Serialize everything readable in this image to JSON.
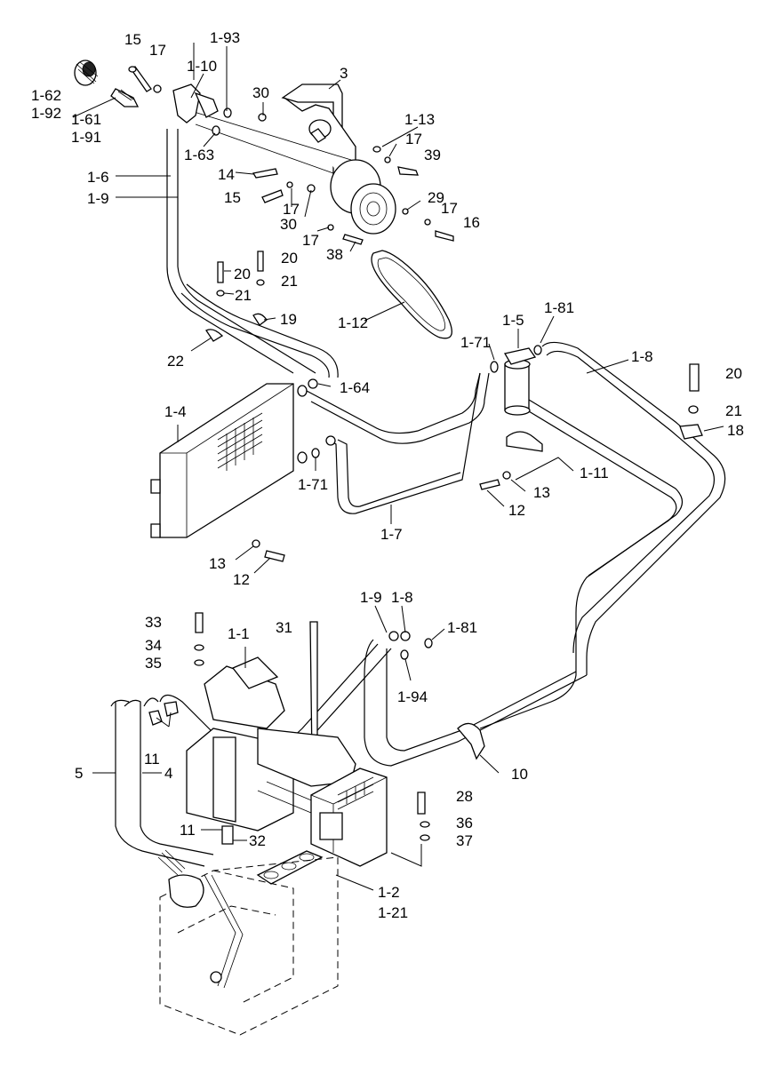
{
  "labels": {
    "l_15a": "15",
    "l_17a": "17",
    "l_1_93": "1-93",
    "l_1_10": "1-10",
    "l_3": "3",
    "l_1_62": "1-62",
    "l_1_92": "1-92",
    "l_1_61": "1-61",
    "l_1_91": "1-91",
    "l_30a": "30",
    "l_1_13": "1-13",
    "l_17b": "17",
    "l_39": "39",
    "l_1_63": "1-63",
    "l_14a": "14",
    "l_1_6": "1-6",
    "l_1_9a": "1-9",
    "l_15b": "15",
    "l_17c": "17",
    "l_30b": "30",
    "l_29": "29",
    "l_17d": "17",
    "l_16": "16",
    "l_17e": "17",
    "l_38": "38",
    "l_20a": "20",
    "l_20b": "20",
    "l_21a": "21",
    "l_21b": "21",
    "l_19": "19",
    "l_1_12": "1-12",
    "l_1_5": "1-5",
    "l_1_81a": "1-81",
    "l_1_71a": "1-71",
    "l_1_8a": "1-8",
    "l_22": "22",
    "l_1_64": "1-64",
    "l_20c": "20",
    "l_21c": "21",
    "l_18": "18",
    "l_1_4": "1-4",
    "l_1_11": "1-11",
    "l_1_71b": "1-71",
    "l_13a": "13",
    "l_12a": "12",
    "l_1_7": "1-7",
    "l_13b": "13",
    "l_12b": "12",
    "l_1_9b": "1-9",
    "l_1_8b": "1-8",
    "l_1_81b": "1-81",
    "l_33": "33",
    "l_31": "31",
    "l_1_1": "1-1",
    "l_34": "34",
    "l_35": "35",
    "l_1_94": "1-94",
    "l_11a": "11",
    "l_4": "4",
    "l_5": "5",
    "l_10": "10",
    "l_28": "28",
    "l_36": "36",
    "l_37": "37",
    "l_11b": "11",
    "l_32": "32",
    "l_1_2": "1-2",
    "l_1_21": "1-21"
  }
}
